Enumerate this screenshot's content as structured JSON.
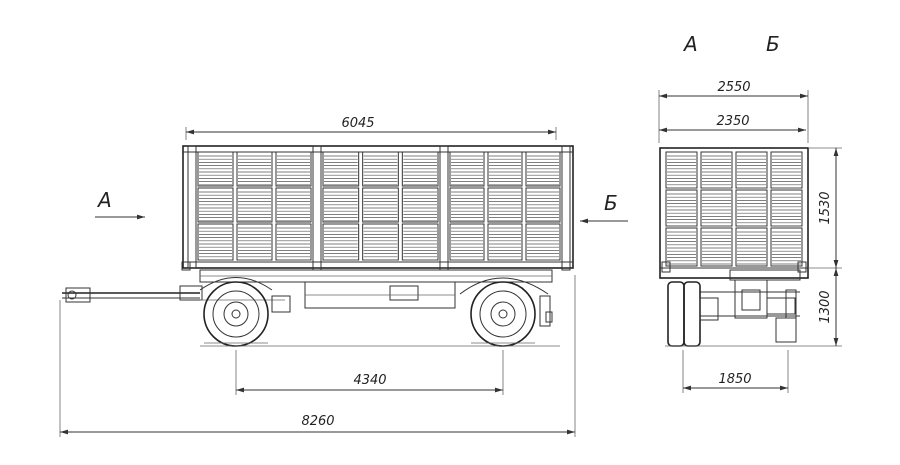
{
  "views": {
    "view_a_label": "А",
    "view_b_label": "Б",
    "arrow_a_label": "А",
    "arrow_b_label": "Б"
  },
  "dimensions": {
    "body_length": "6045",
    "wheelbase": "4340",
    "overall_length": "8260",
    "overall_width": "2550",
    "body_inner_width": "2350",
    "side_height": "1530",
    "floor_height": "1300",
    "track_width": "1850"
  },
  "colors": {
    "line": "#333333",
    "text": "#222222",
    "background": "#ffffff"
  }
}
